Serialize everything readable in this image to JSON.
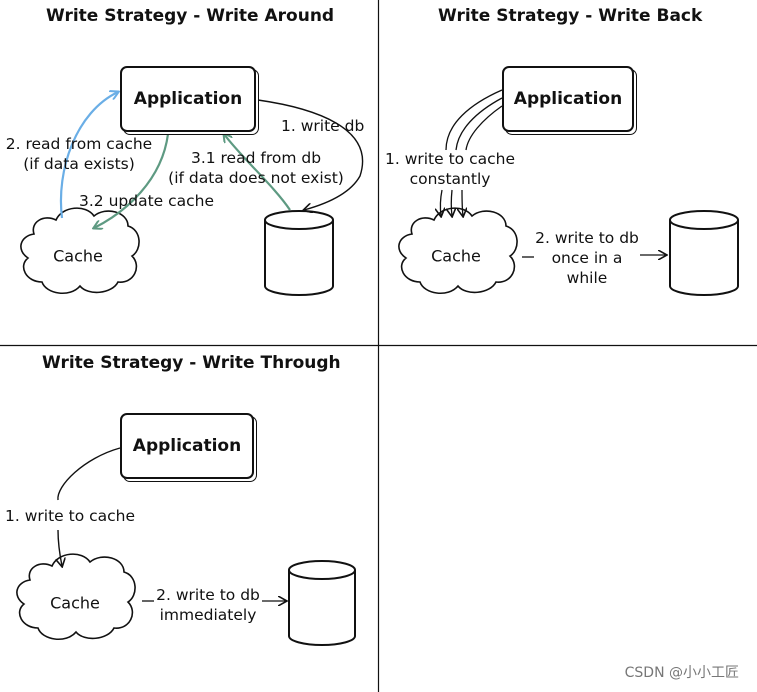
{
  "panels": {
    "write_around": {
      "title": "Write Strategy - Write Around",
      "app_label": "Application",
      "cache_label": "Cache",
      "edge_read_cache": [
        "2. read from cache",
        "(if data exists)"
      ],
      "edge_write_db": "1. write db",
      "edge_read_db": [
        "3.1 read from db",
        "(if data does not exist)"
      ],
      "edge_update_cache": "3.2 update cache"
    },
    "write_back": {
      "title": "Write Strategy - Write Back",
      "app_label": "Application",
      "cache_label": "Cache",
      "edge_write_cache": [
        "1. write to cache",
        "constantly"
      ],
      "edge_write_db": [
        "2. write to db",
        "once in a",
        "while"
      ]
    },
    "write_through": {
      "title": "Write Strategy - Write Through",
      "app_label": "Application",
      "cache_label": "Cache",
      "edge_write_cache": "1. write to cache",
      "edge_write_db": [
        "2. write to db",
        "immediately"
      ]
    }
  },
  "colors": {
    "ink": "#111111",
    "read_cache_arrow": "#6aaee6",
    "green_arrow": "#5e9a82",
    "watermark": "#777777"
  },
  "watermark": "CSDN @小小工匠"
}
